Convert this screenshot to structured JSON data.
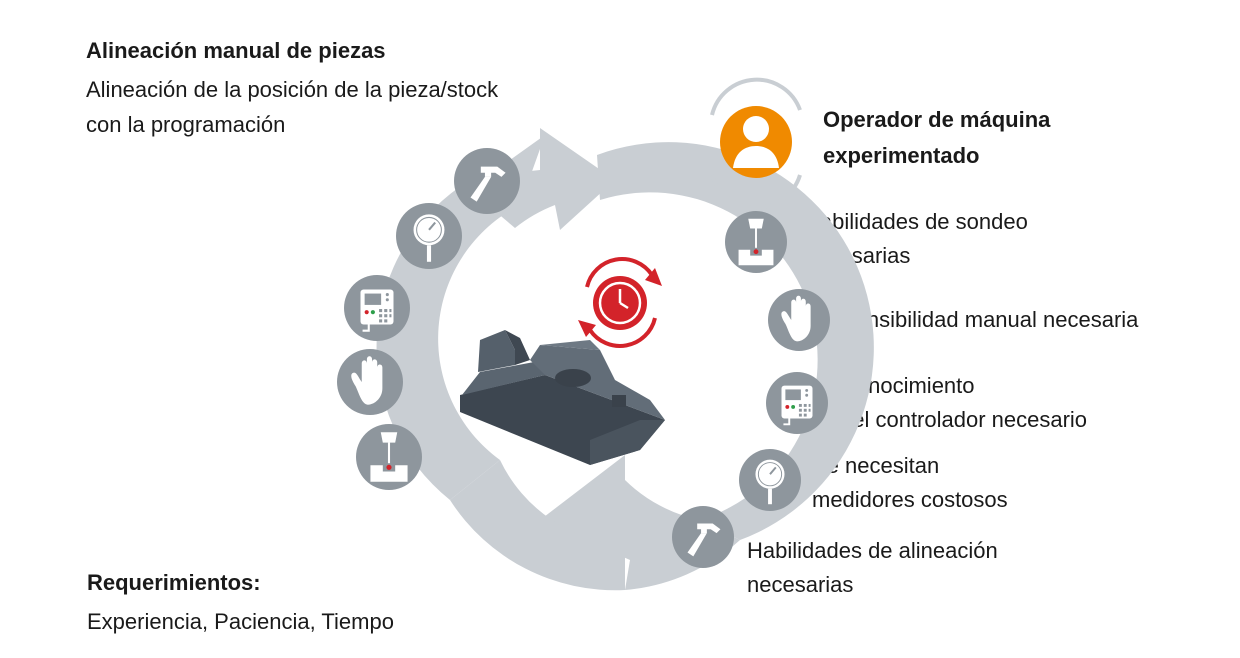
{
  "header": {
    "title": "Alineación manual de piezas",
    "subtitle_line1": "Alineación de la posición de la pieza/stock",
    "subtitle_line2": "con la programación"
  },
  "operator": {
    "label_line1": "Operador de máquina",
    "label_line2": "experimentado",
    "icon": "person-icon"
  },
  "requirements_list": [
    {
      "icon": "probe-icon",
      "line1": "Habilidades de sondeo",
      "line2": "necesarias"
    },
    {
      "icon": "hand-icon",
      "line1": "Sensibilidad manual necesaria",
      "line2": ""
    },
    {
      "icon": "controller-icon",
      "line1": "Conocimiento",
      "line2": "del controlador necesario"
    },
    {
      "icon": "gauge-icon",
      "line1": "Se necesitan",
      "line2": "medidores costosos"
    },
    {
      "icon": "hammer-icon",
      "line1": "Habilidades de alineación",
      "line2": "necesarias"
    }
  ],
  "cycle_icons": [
    "hammer-icon",
    "gauge-icon",
    "controller-icon",
    "hand-icon",
    "probe-icon"
  ],
  "center": {
    "part": "workpiece-part",
    "clock": "clock-cycle-icon"
  },
  "footer": {
    "title": "Requerimientos:",
    "text": "Experiencia, Paciencia, Tiempo"
  },
  "colors": {
    "ring": "#c9ced3",
    "icon_bg": "#8e969d",
    "accent_orange": "#f08a00",
    "accent_red": "#d3232a",
    "part": "#4f5a66"
  }
}
